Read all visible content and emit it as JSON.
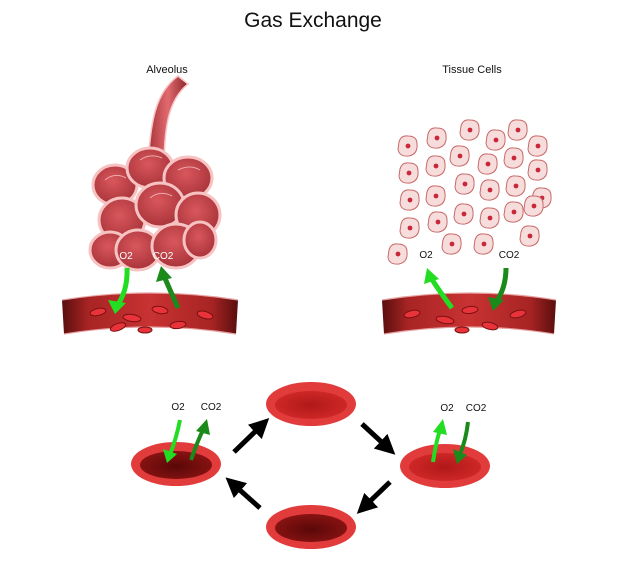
{
  "title": "Gas Exchange",
  "labels": {
    "alveolus": "Alveolus",
    "tissue": "Tissue Cells",
    "o2": "O2",
    "co2": "CO2"
  },
  "colors": {
    "light_green": "#22dd22",
    "dark_green": "#1a8a1a",
    "vessel_dark": "#7a1a1a",
    "vessel_mid": "#c23030",
    "alveolus_fill": "#c8464a",
    "alveolus_light": "#f2b8b8",
    "cell_fill": "#f7dcdc",
    "cell_nucleus": "#c8283a"
  },
  "icons": [
    "arrow-up-right-icon",
    "arrow-down-right-icon",
    "arrow-down-left-icon",
    "arrow-up-left-icon"
  ]
}
